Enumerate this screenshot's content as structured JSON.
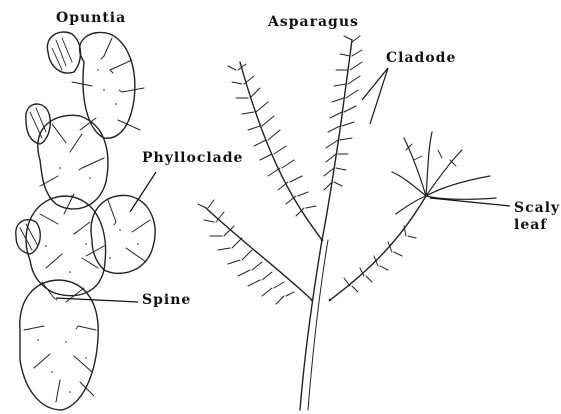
{
  "labels": {
    "opuntia": "Opuntia",
    "asparagus": "Asparagus",
    "cladode": "Cladode",
    "phylloclade": "Phylloclade",
    "spine": "Spine",
    "scaly_leaf_line1": "Scaly",
    "scaly_leaf_line2": "leaf"
  },
  "colors": {
    "ink": "#222222",
    "paper": "#ffffff"
  }
}
